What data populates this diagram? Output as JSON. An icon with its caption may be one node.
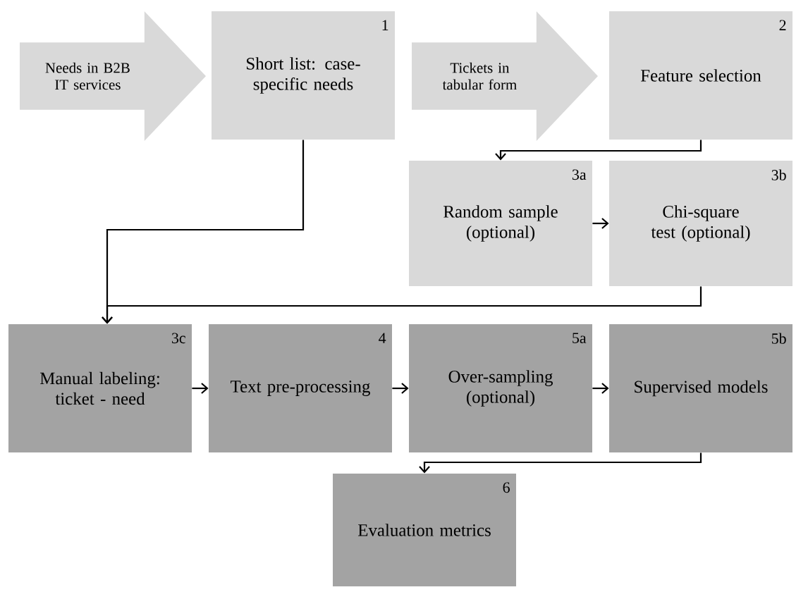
{
  "diagram": {
    "nodes": [
      {
        "text": [
          "Needs in B2B IT services"
        ]
      },
      {
        "text": [
          "Short list: case-specific needs",
          "1"
        ]
      },
      {
        "text": [
          "Tickets in tabular form"
        ]
      },
      {
        "text": [
          "Feature selection",
          "2"
        ]
      },
      {
        "text": [
          "Random sample (optional)",
          "3a"
        ]
      },
      {
        "text": [
          "Chi-square test (optional)",
          "3b"
        ]
      },
      {
        "text": [
          "Manual labeling: ticket - need",
          "3c"
        ]
      },
      {
        "text": [
          "Text pre-processing",
          "4"
        ]
      },
      {
        "text": [
          "Over-sampling (optional)",
          "5a"
        ]
      },
      {
        "text": [
          "Supervised models",
          "5b"
        ]
      },
      {
        "text": [
          "Evaluation metrics",
          "6"
        ]
      }
    ],
    "edges": [
      {
        "from": 1,
        "to": 6,
        "arrow": "to"
      },
      {
        "from": 5,
        "to": 6,
        "arrow": "to"
      },
      {
        "from": 3,
        "to": 4,
        "arrow": "to"
      },
      {
        "from": 4,
        "to": 5,
        "arrow": "to"
      },
      {
        "from": 6,
        "to": 7,
        "arrow": "to"
      },
      {
        "from": 7,
        "to": 8,
        "arrow": "to"
      },
      {
        "from": 8,
        "to": 9,
        "arrow": "to"
      },
      {
        "from": 9,
        "to": 10,
        "arrow": "to"
      }
    ]
  }
}
